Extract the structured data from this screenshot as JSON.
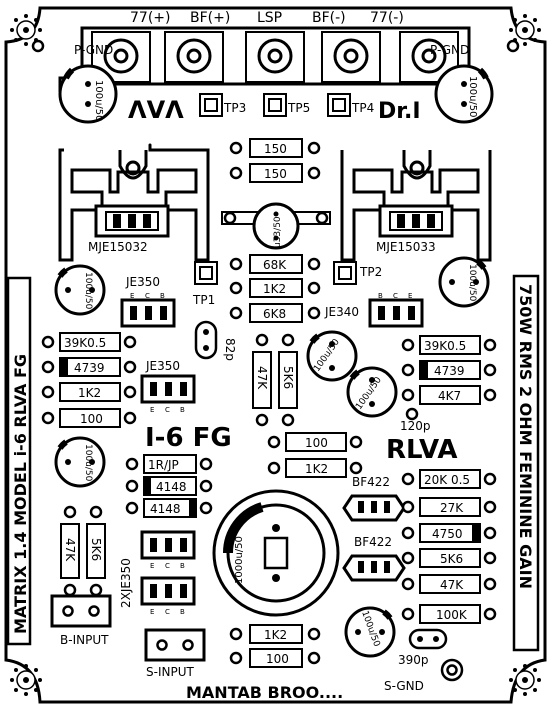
{
  "terminals": [
    "77(+)",
    "BF(+)",
    "LSP",
    "BF(-)",
    "77(-)"
  ],
  "pgnd_left": "P-GND",
  "pgnd_right": "P-GND",
  "logo_left": "ΛVΛ",
  "logo_right": "Dr.I",
  "testpoints": [
    "TP3",
    "TP5",
    "TP4",
    "TP1",
    "TP2"
  ],
  "resistors": {
    "r150a": "150",
    "r150b": "150",
    "r68k": "68K",
    "r1k2a": "1K2",
    "r6k8": "6K8",
    "r39k_l": "39K0.5",
    "r4739_l": "4739",
    "r1k2_l": "1K2",
    "r100_l": "100",
    "r39k_r": "39K0.5",
    "r4739_r": "4739",
    "r4k7_r": "4K7",
    "r47k_v": "47K",
    "r5k6_v": "5K6",
    "r100_c": "100",
    "r1k2_c": "1K2",
    "r1rjp": "1R/JP",
    "d4148a": "4148",
    "d4148b": "4148",
    "r20k": "20K 0.5",
    "r27k": "27K",
    "r4750": "4750",
    "r5k6_r": "5K6",
    "r47k_r": "47K",
    "r100k": "100K",
    "r47k_bl": "47K",
    "r5k6_bl": "5K6",
    "r1k2_bot": "1K2",
    "r100_bot": "100"
  },
  "caps": {
    "c_tl": "100u/50",
    "c_tr": "100u/50",
    "c_center": "u33/50",
    "c_ml": "100u/50",
    "c_mr": "100u/50",
    "c_r1": "100u/50",
    "c_r2": "100u/50",
    "c_ll": "100u/50",
    "c_big": "1000u/50",
    "c_br": "100u/50",
    "c82p": "82p",
    "c120p": "120p",
    "c390p": "390p"
  },
  "transistors": {
    "mje_l": "MJE15032",
    "mje_r": "MJE15033",
    "je350_top": "JE350",
    "je340": "JE340",
    "je350_mid": "JE350",
    "je350_low": "2XJE350",
    "bf422_a": "BF422",
    "bf422_b": "BF422"
  },
  "pins": {
    "e": "E",
    "c": "C",
    "b": "B"
  },
  "titles": {
    "i6fg": "I-6 FG",
    "rlva": "RLVA",
    "left_vertical": "MATRIX 1.4 MODEL i-6 RLVA FG",
    "right_vertical": "750W RMS 2 OHM FEMININE GAIN",
    "footer": "MANTAB BROO...."
  },
  "inputs": {
    "b_input": "B-INPUT",
    "s_input": "S-INPUT",
    "s_gnd": "S-GND"
  }
}
